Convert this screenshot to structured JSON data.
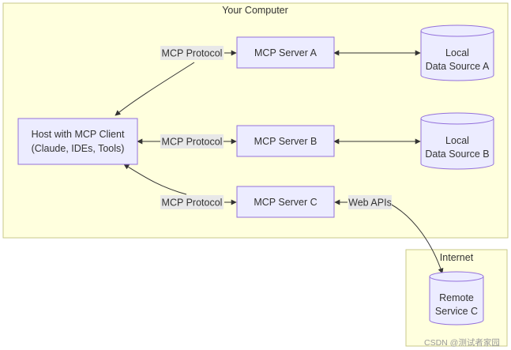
{
  "clusters": {
    "computer": {
      "label": "Your Computer"
    },
    "internet": {
      "label": "Internet"
    }
  },
  "nodes": {
    "host": {
      "line1": "Host with MCP Client",
      "line2": "(Claude, IDEs, Tools)"
    },
    "server_a": {
      "label": "MCP Server A"
    },
    "server_b": {
      "label": "MCP Server B"
    },
    "server_c": {
      "label": "MCP Server C"
    },
    "source_a": {
      "line1": "Local",
      "line2": "Data Source A"
    },
    "source_b": {
      "line1": "Local",
      "line2": "Data Source B"
    },
    "remote_c": {
      "line1": "Remote",
      "line2": "Service C"
    }
  },
  "edges": {
    "host_a": {
      "label": "MCP Protocol"
    },
    "host_b": {
      "label": "MCP Protocol"
    },
    "host_c": {
      "label": "MCP Protocol"
    },
    "c_remote": {
      "label": "Web APIs"
    }
  },
  "watermark": "CSDN @测试者家园",
  "colors": {
    "cluster_fill": "#ffffde",
    "cluster_stroke": "#c9c98a",
    "node_fill": "#ececff",
    "node_stroke": "#9370db",
    "edge": "#333333",
    "edge_label_bg": "#e8e8e8"
  }
}
